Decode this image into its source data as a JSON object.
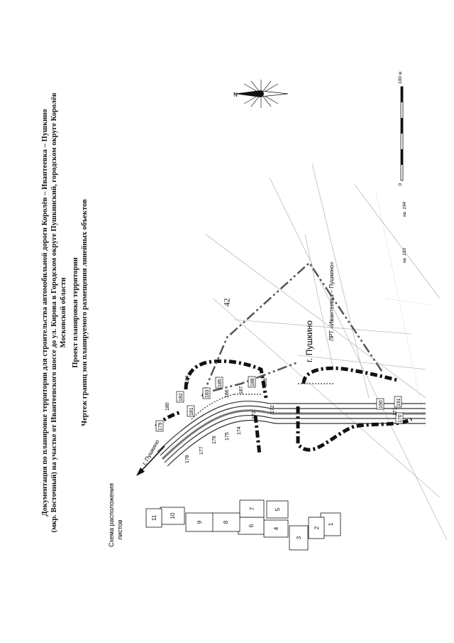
{
  "page_number": "42",
  "title": {
    "line1": "Документация по планировке территории для строительства автомобильной дороги Королёв – Ивантеевка – Пушкино",
    "line2": "(мкр. Восточный) на участке от Ивантеевского шоссе до ул. Кирова в Городском округе Пушкинский, городском округе Королёв",
    "line3": "Московской области",
    "line4": "Проект планировки территории",
    "line5": "Чертеж границ зон планируемого размещения линейных объектов"
  },
  "map": {
    "north_label": "N",
    "scale": {
      "zero": "0",
      "max": "100 м"
    },
    "town_label": "г. Пушкино",
    "road_arrow_label": "г. Пушкино",
    "lrt_label": "ЛРТ «Ивантеевка – Пушкино»",
    "quarter_labels": [
      "кв. 193",
      "кв. 194"
    ],
    "points": [
      "170",
      "171",
      "172",
      "173",
      "174",
      "175",
      "176",
      "177",
      "178",
      "179",
      "180",
      "181",
      "182",
      "183",
      "184",
      "185",
      "186",
      "187",
      "188",
      "189",
      "190",
      "191"
    ]
  },
  "sheet_scheme": {
    "title_line1": "Схема расположения",
    "title_line2": "листов",
    "sheets": [
      "1",
      "2",
      "3",
      "4",
      "5",
      "6",
      "7",
      "8",
      "9",
      "10",
      "11"
    ]
  }
}
